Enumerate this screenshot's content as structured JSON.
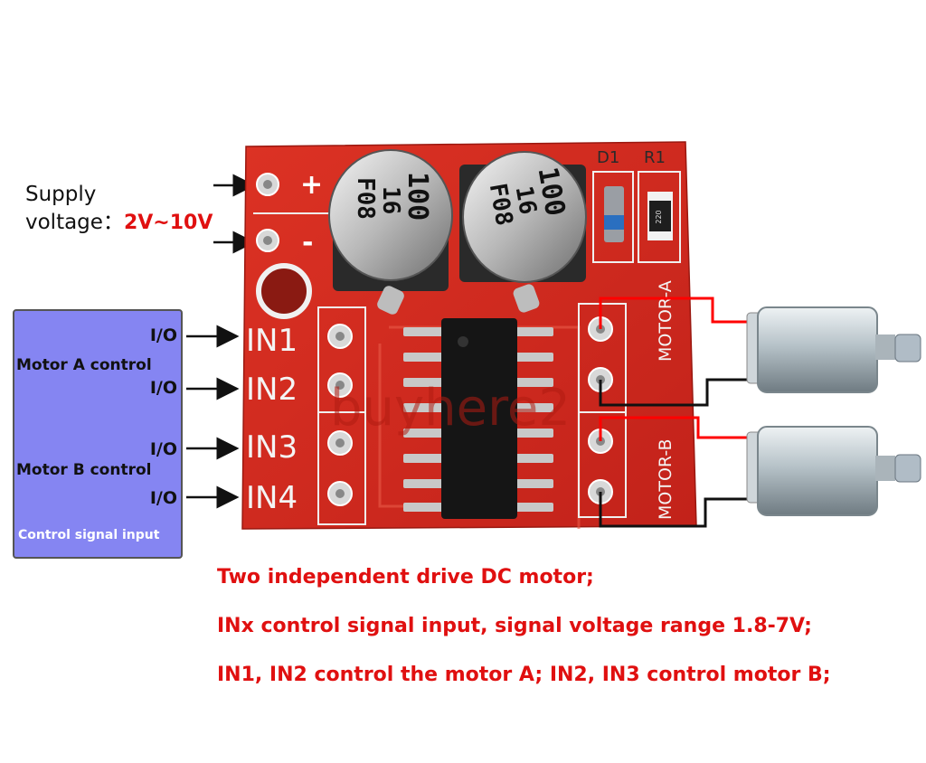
{
  "supply": {
    "label_line1": "Supply",
    "label_line2": "voltage：",
    "range": "2V~10V",
    "plus": "+",
    "minus": "-"
  },
  "control": {
    "io_label": "I/O",
    "motor_a": "Motor A control",
    "motor_b": "Motor B control",
    "signal_input": "Control signal input"
  },
  "board": {
    "pins": [
      "IN1",
      "IN2",
      "IN3",
      "IN4"
    ],
    "motor_a_label": "MOTOR-A",
    "motor_b_label": "MOTOR-B",
    "d1": "D1",
    "r1": "R1",
    "cap_left": [
      "100",
      "16",
      "F08"
    ],
    "cap_right": [
      "100",
      "16",
      "F08"
    ],
    "resistor_code": "220",
    "watermark": "buyhere2"
  },
  "notes": [
    "Two independent drive DC motor;",
    "INx control signal input, signal voltage range 1.8-7V;",
    "IN1, IN2 control the motor A; IN2, IN3 control motor B;"
  ],
  "colors": {
    "pcb": "#d42a20",
    "control_box": "#8585f2",
    "accent_text": "#e01010",
    "wire_red": "#ff0000",
    "wire_black": "#111111"
  }
}
